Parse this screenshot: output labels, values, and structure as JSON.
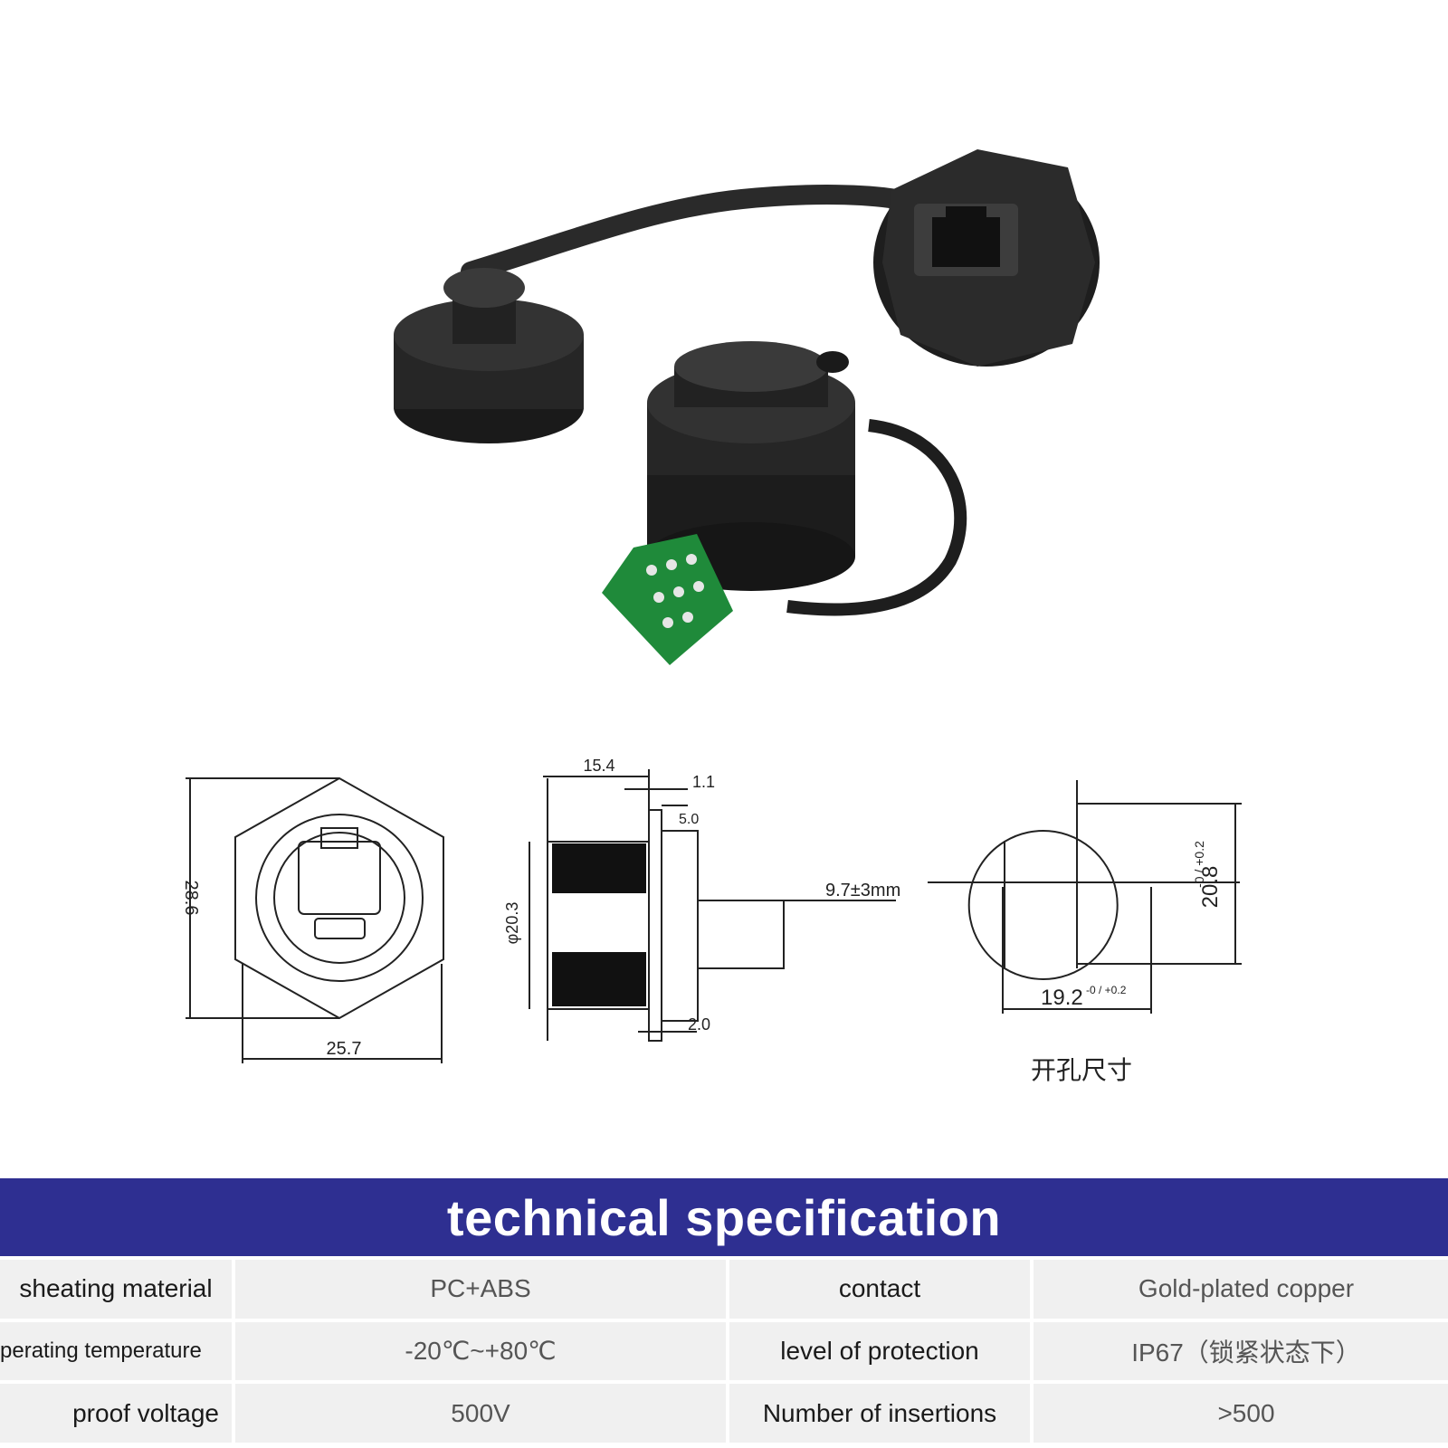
{
  "drawing": {
    "front_height": "28.6",
    "front_width": "25.7",
    "side_top_dim": "15.4",
    "side_flange": "1.1",
    "side_panel": "5.0",
    "side_diameter": "φ20.3",
    "side_pcb": "9.7±3mm",
    "side_bottom": "2.0",
    "cutout_height": "20.8",
    "cutout_height_tol": "-0 / +0.2",
    "cutout_width": "19.2",
    "cutout_width_tol": "-0 / +0.2",
    "cutout_caption": "开孔尺寸"
  },
  "banner": {
    "title": "technical specification"
  },
  "specs": {
    "r1": {
      "l1": "sheating material",
      "v1": "PC+ABS",
      "l2": "contact",
      "v2": "Gold-plated copper"
    },
    "r2": {
      "l1": "perating temperature",
      "v1": "-20℃~+80℃",
      "l2": "level of protection",
      "v2": "IP67（锁紧状态下）"
    },
    "r3": {
      "l1": "proof voltage",
      "v1": "500V",
      "l2": "Number of insertions",
      "v2": ">500"
    }
  }
}
